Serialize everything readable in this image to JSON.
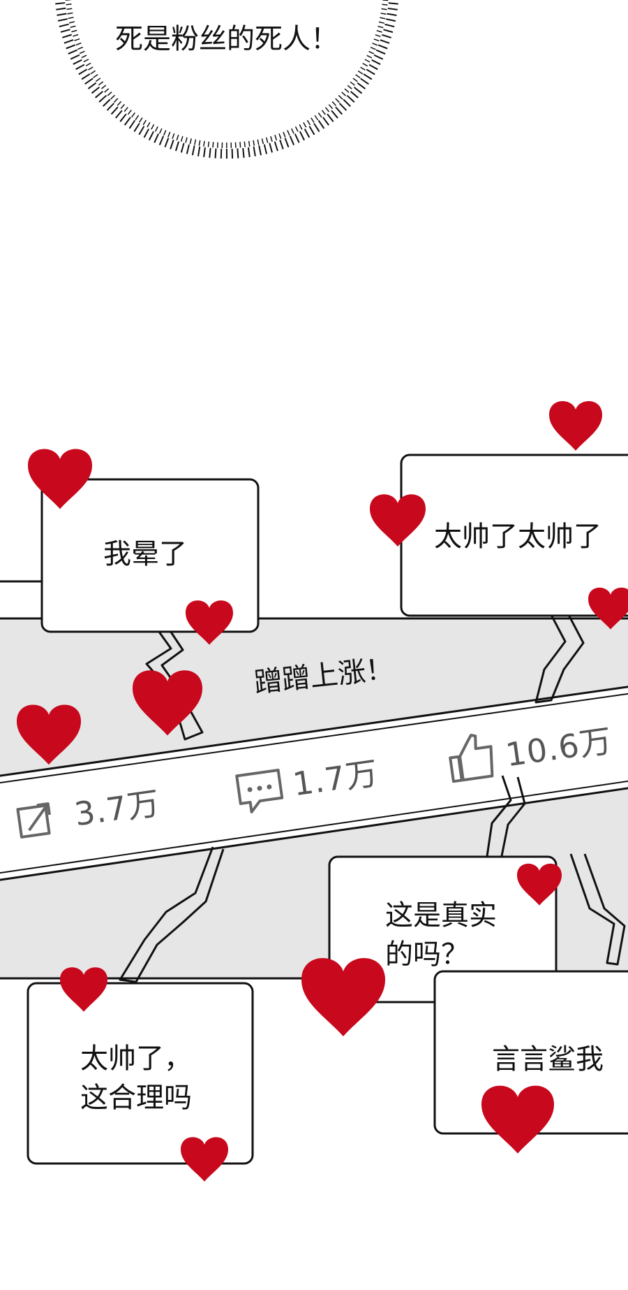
{
  "shout": {
    "text": "死是粉丝的死人！"
  },
  "banner": {
    "text": "蹭蹭上涨！"
  },
  "bubbles": {
    "b1": "我晕了",
    "b2": "太帅了太帅了",
    "b3_line1": "这是真实",
    "b3_line2": "的吗？",
    "b4_line1": "太帅了，",
    "b4_line2": "这合理吗",
    "b5": "言言鲨我"
  },
  "stats": {
    "shares": "3.7万",
    "comments": "1.7万",
    "likes": "10.6万"
  },
  "icons": {
    "share": "share-icon",
    "comment": "comment-icon",
    "like": "thumbs-up-icon",
    "heart": "heart-icon"
  },
  "colors": {
    "heart": "#c8081c",
    "banner_gray": "#e6e6e6",
    "ink": "#111111"
  }
}
